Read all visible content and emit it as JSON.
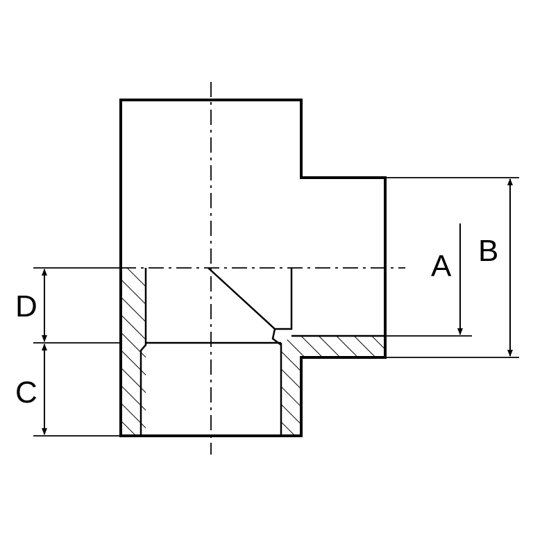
{
  "diagram": {
    "dimension_labels": {
      "a": "A",
      "b": "B",
      "c": "C",
      "d": "D"
    },
    "line_color": "#000000",
    "background_color": "#ffffff"
  }
}
